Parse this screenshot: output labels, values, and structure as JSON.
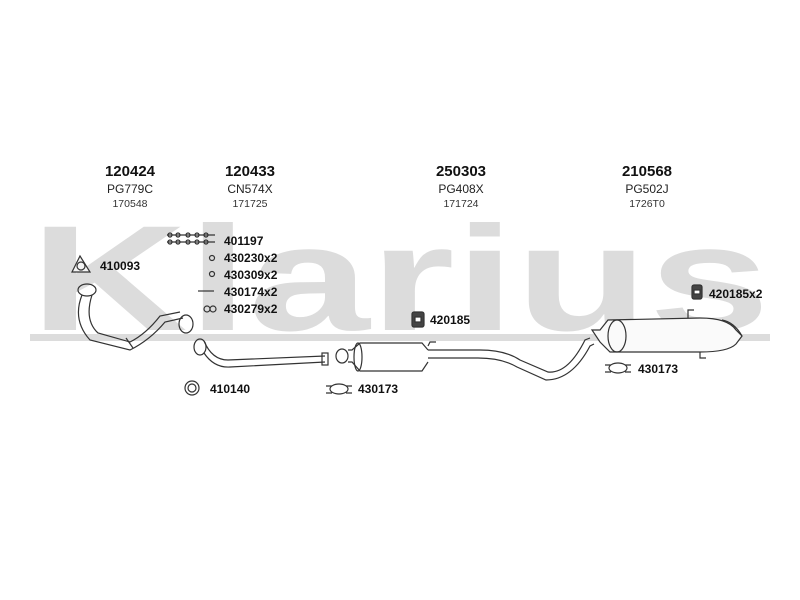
{
  "brand": "Klarius",
  "watermark_color": "#dcdcdc",
  "parts": [
    {
      "id": "120424",
      "code": "PG779C",
      "ref": "170548"
    },
    {
      "id": "120433",
      "code": "CN574X",
      "ref": "171725"
    },
    {
      "id": "250303",
      "code": "PG408X",
      "ref": "171724"
    },
    {
      "id": "210568",
      "code": "PG502J",
      "ref": "1726T0"
    }
  ],
  "fittings": {
    "gasket_front": "410093",
    "bolt": "401197",
    "spring_a": "430230x2",
    "spring_b": "430309x2",
    "bolt_long": "430174x2",
    "nut": "430279x2",
    "ring": "410140",
    "clamp_mid": "430173",
    "mount_mid": "420185",
    "mount_rear": "420185x2",
    "clamp_rear": "430173"
  }
}
